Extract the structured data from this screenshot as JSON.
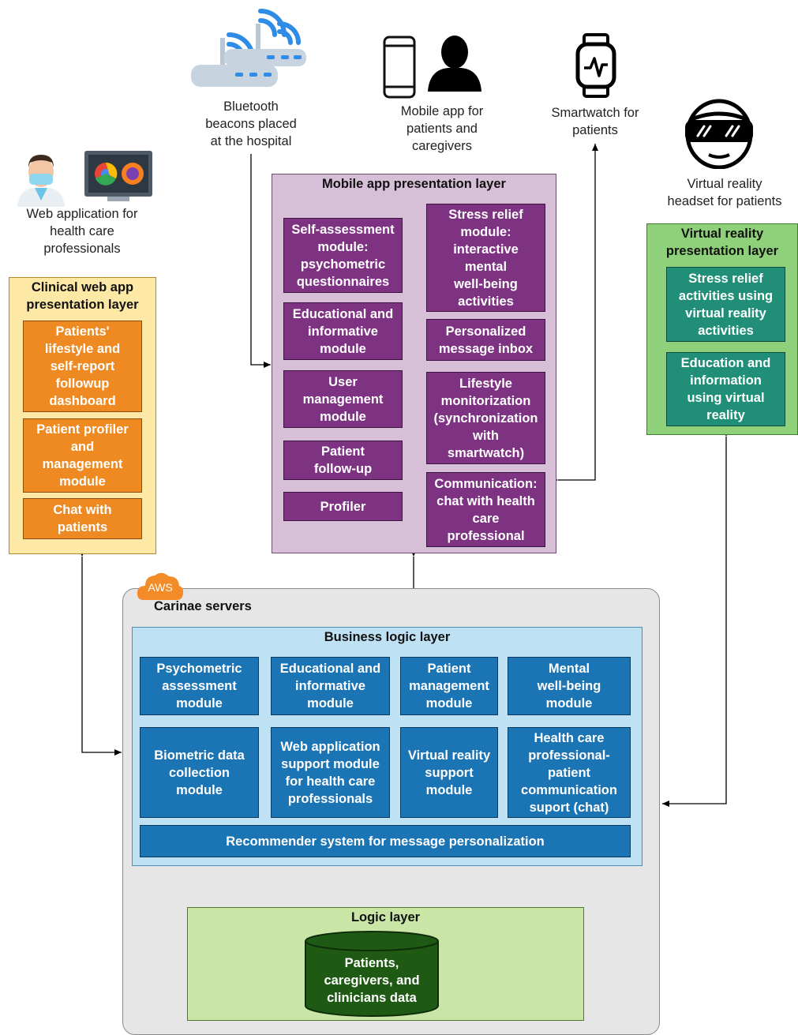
{
  "devices": {
    "bluetooth": "Bluetooth\nbeacons placed\nat the hospital",
    "mobile": "Mobile app for\npatients and\ncaregivers",
    "smartwatch": "Smartwatch for\npatients",
    "webapp": "Web application for\nhealth care\nprofessionals",
    "vr": "Virtual reality\nheadset for patients"
  },
  "mobile_layer": {
    "title": "Mobile app presentation layer",
    "modules": [
      "Self-assessment\nmodule:\npsychometric\nquestionnaires",
      "Educational and\ninformative\nmodule",
      "User\nmanagement\nmodule",
      "Patient\nfollow-up",
      "Profiler",
      "Stress relief\nmodule:\ninteractive\nmental\nwell-being\nactivities",
      "Personalized\nmessage inbox",
      "Lifestyle\nmonitorization\n(synchronization\nwith\nsmartwatch)",
      "Communication:\nchat with health\ncare\nprofessional"
    ]
  },
  "clinical_layer": {
    "title": "Clinical web app\npresentation layer",
    "modules": [
      "Patients'\nlifestyle and\nself-report\nfollowup\ndashboard",
      "Patient profiler\nand\nmanagement\nmodule",
      "Chat with\npatients"
    ]
  },
  "vr_layer": {
    "title": "Virtual reality\npresentation layer",
    "modules": [
      "Stress relief\nactivities using\nvirtual reality\nactivities",
      "Education and\ninformation\nusing virtual\nreality"
    ]
  },
  "servers": {
    "aws": "AWS",
    "title": "Carinae servers",
    "business_title": "Business logic layer",
    "business_modules": [
      "Psychometric\nassessment\nmodule",
      "Educational and\ninformative\nmodule",
      "Patient\nmanagement\nmodule",
      "Mental\nwell-being\nmodule",
      "Biometric data\ncollection\nmodule",
      "Web application\nsupport module\nfor health care\nprofessionals",
      "Virtual reality\nsupport\nmodule",
      "Health care\nprofessional-\npatient\ncommunication\nsuport (chat)"
    ],
    "recommender": "Recommender system for message personalization",
    "logic_title": "Logic layer",
    "database": "Patients,\ncaregivers, and\nclinicians data"
  },
  "colors": {
    "purple_module": "#7d3382",
    "orange_module": "#ef8a22",
    "teal_module": "#218f78",
    "blue_module": "#1b74b4",
    "mobile_bg": "#d7bfd8",
    "clinical_bg": "#fde8a6",
    "vr_bg": "#8fd07a",
    "business_bg": "#bfe1f4",
    "logic_bg": "#c9e6a6",
    "db_fill": "#1e5a14",
    "servers_bg": "#e6e6e6"
  }
}
